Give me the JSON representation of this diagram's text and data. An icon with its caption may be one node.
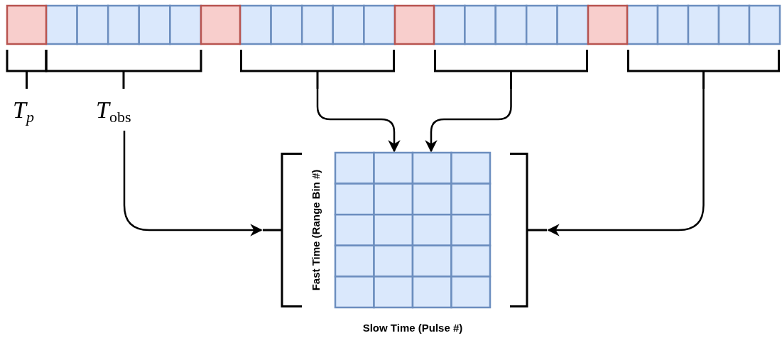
{
  "diagram": {
    "nodes": [
      {
        "text": [
          "T$_{p}$"
        ]
      },
      {
        "text": [
          "*T*$_{obs}$"
        ]
      },
      {
        "text": [],
        "shape": "bracket"
      },
      {
        "text": [],
        "shape": "bracket"
      },
      {
        "text": [],
        "shape": "bracket"
      },
      {
        "text": [],
        "shape": "grid",
        "beside": [
          "Fast Time (Range Bin #)",
          "Slow Time (Pulse #)"
        ]
      },
      {
        "text": [],
        "shape": "bracket"
      },
      {
        "text": [],
        "shape": "bracket"
      }
    ],
    "edges": [
      {
        "from": 1,
        "to": 6,
        "arrow": "to"
      },
      {
        "from": 2,
        "to": 5,
        "arrow": "to"
      },
      {
        "from": 3,
        "to": 5,
        "arrow": "to"
      },
      {
        "from": 4,
        "to": 7,
        "arrow": "to"
      }
    ]
  }
}
